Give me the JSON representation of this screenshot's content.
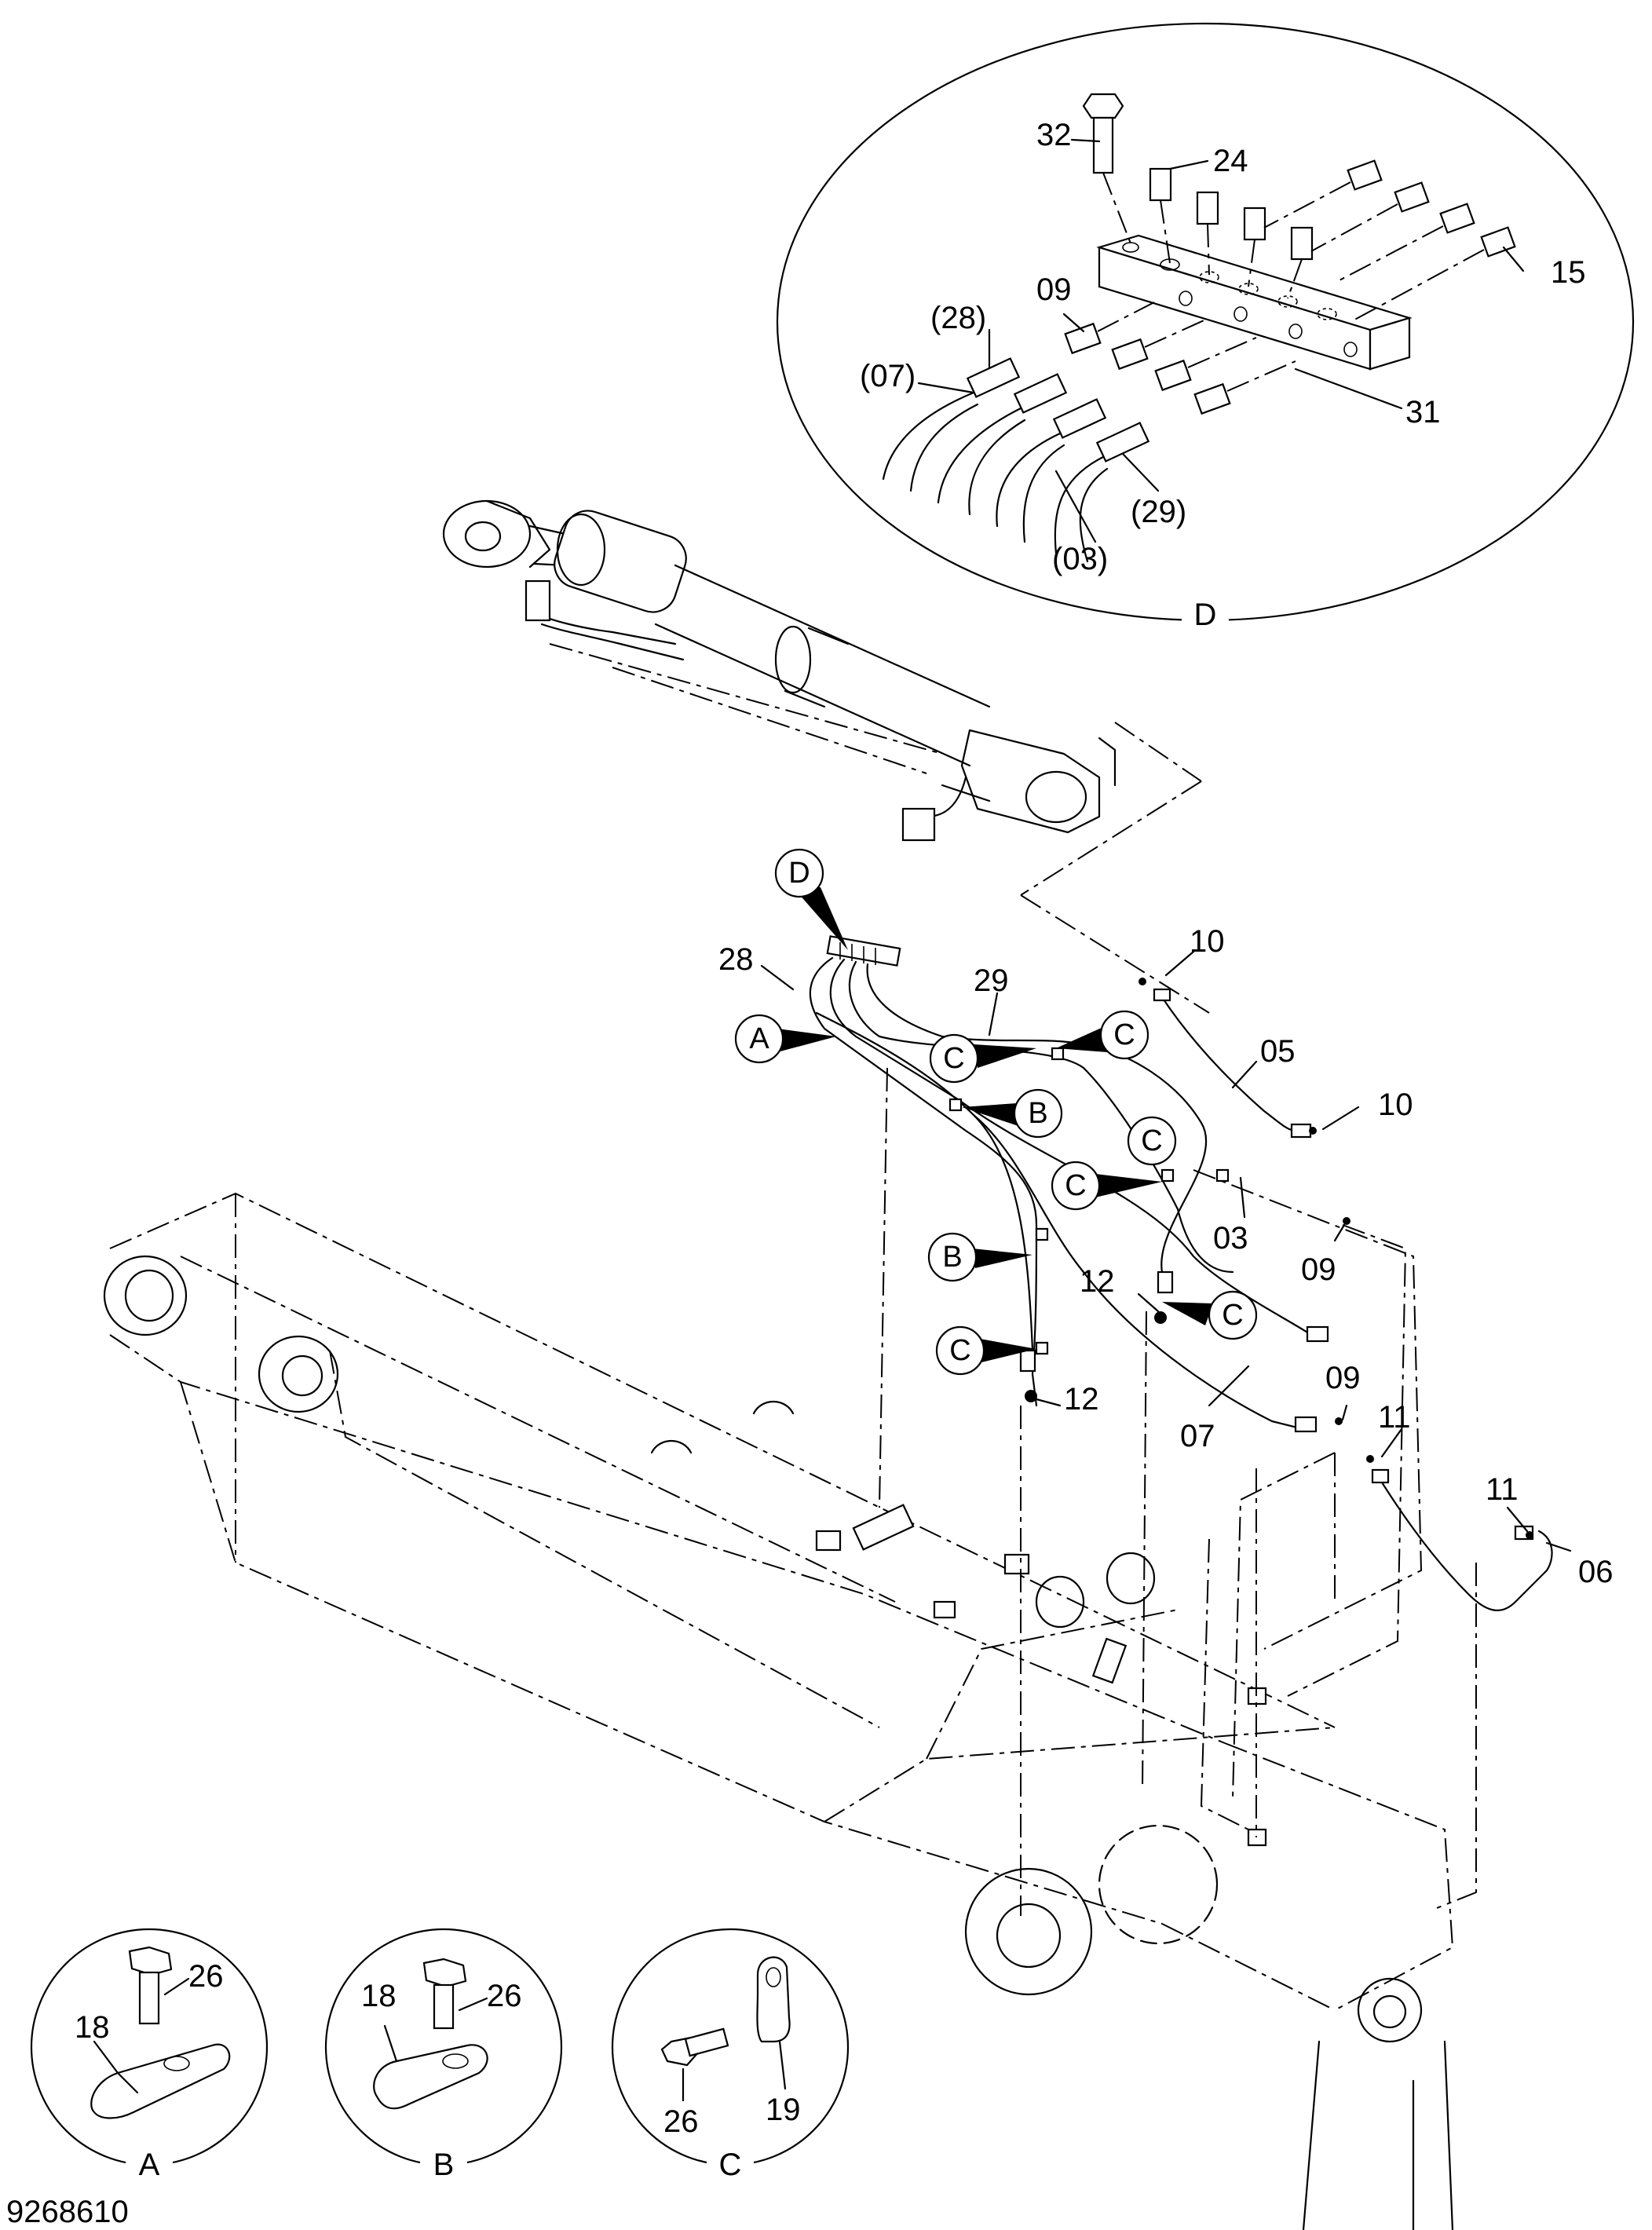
{
  "drawing_number": "9268610",
  "detail_views": {
    "D": "D",
    "A": "A",
    "B": "B",
    "C": "C"
  },
  "part_labels": {
    "p32": "32",
    "p24": "24",
    "p15": "15",
    "p09_detail": "09",
    "p28_paren": "(28)",
    "p07_paren": "(07)",
    "p31": "31",
    "p03_paren": "(03)",
    "p29_paren": "(29)",
    "p28": "28",
    "p29": "29",
    "p10_top": "10",
    "p05": "05",
    "p10_mid": "10",
    "p03": "03",
    "p09_mid": "09",
    "p12_mid": "12",
    "p12_low": "12",
    "p07": "07",
    "p09_low": "09",
    "p11_a": "11",
    "p11_b": "11",
    "p06": "06",
    "pA_18": "18",
    "pA_26": "26",
    "pB_18": "18",
    "pB_26": "26",
    "pC_26": "26",
    "pC_19": "19"
  },
  "callouts": {
    "d_top": "D",
    "a_main": "A",
    "c1": "C",
    "c2": "C",
    "b1": "B",
    "c3": "C",
    "c4": "C",
    "b2": "B",
    "c5": "C",
    "c6": "C"
  }
}
